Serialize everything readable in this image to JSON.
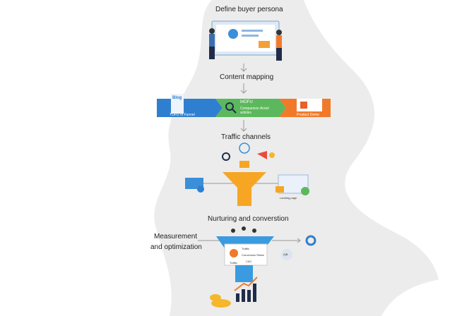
{
  "steps": {
    "persona": "Define buyer persona",
    "content": "Content mapping",
    "traffic": "Traffic channels",
    "nurture": "Nurturing and converstion",
    "measure_line1": "Measurement",
    "measure_line2": "and optimization"
  },
  "content_bar": {
    "tofu_badge": "Blog",
    "tofu": "TOFU of Funnel",
    "mofu_title": "MOFU",
    "mofu_line1": "Comparison Acnel",
    "mofu_line2": "articles",
    "bofu": "Product Demo",
    "colors": {
      "tofu": "#2f7fd0",
      "mofu": "#5cb85c",
      "bofu": "#f07a2a"
    }
  },
  "traffic_labels": {
    "landing": "Landing page"
  },
  "dashboard": {
    "traffic": "Traffic",
    "conversion": "Conversion Rates",
    "cac": "CAC",
    "traffic_small": "Traffic",
    "ab": "A|B"
  },
  "colors": {
    "blob": "#ececec",
    "funnel_orange": "#f6a623",
    "funnel_blue": "#3a9be0",
    "navy": "#1f2d4a",
    "gold": "#f5b72b"
  }
}
